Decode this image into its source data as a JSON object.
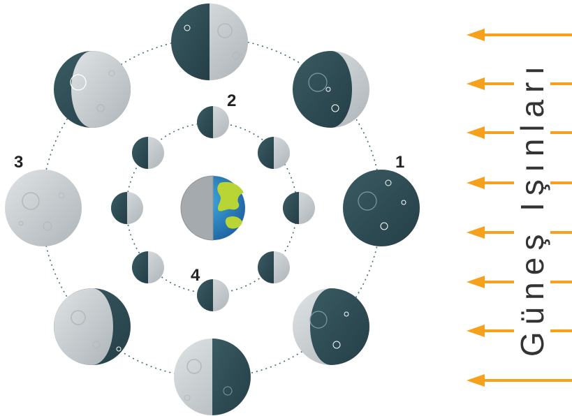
{
  "labels": {
    "one": "1",
    "two": "2",
    "three": "3",
    "four": "4",
    "sun_rays": "Güneş Işınları"
  },
  "colors": {
    "moon_light": "#cdd2d5",
    "moon_dark": "#2f4d56",
    "orbit": "#3f6b72",
    "arrow": "#f5a11e",
    "earth_ocean": "#2d88c7",
    "earth_land": "#b9d535"
  }
}
